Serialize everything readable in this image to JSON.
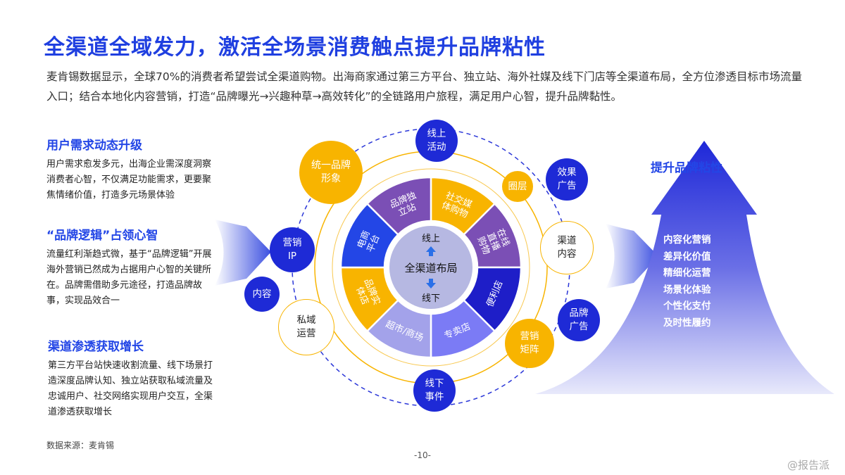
{
  "title": "全渠道全域发力，激活全场景消费触点提升品牌粘性",
  "intro": "麦肯锡数据显示，全球70%的消费者希望尝试全渠道购物。出海商家通过第三方平台、独立站、海外社媒及线下门店等全渠道布局，全方位渗透目标市场流量入口；结合本地化内容营销，打造“品牌曝光→兴趣种草→高效转化”的全链路用户旅程，满足用户心智，提升品牌黏性。",
  "sections": [
    {
      "heading": "用户需求动态升级",
      "body": "用户需求愈发多元，出海企业需深度洞察消费者心智，不仅满足功能需求，更要聚焦情绪价值，打造多元场景体验"
    },
    {
      "heading": "“品牌逻辑”占领心智",
      "body": "流量红利渐趋式微，基于“品牌逻辑”开展海外营销已然成为占据用户心智的关键所在。品牌需借助多元途径，打造品牌故事，实现品效合一"
    },
    {
      "heading": "渠道渗透获取增长",
      "body": "第三方平台站快速收割流量、线下场景打造深度品牌认知、独立站获取私域流量及忠诚用户、社交网络实现用户交互，全渠道渗透获取增长"
    }
  ],
  "wheel": {
    "center": "全渠道布局",
    "online": "线上",
    "offline": "线下",
    "segments": [
      {
        "label": "社交媒\n体购物",
        "color": "#f8b400"
      },
      {
        "label": "在线\n直播\n购物",
        "color": "#7b4fb5"
      },
      {
        "label": "便利店",
        "color": "#1e1ec8"
      },
      {
        "label": "专卖店",
        "color": "#7b7bf5"
      },
      {
        "label": "超市/商场",
        "color": "#a3a2ea"
      },
      {
        "label": "品牌实\n体店",
        "color": "#f8b400"
      },
      {
        "label": "电商\n平台",
        "color": "#2346e6"
      },
      {
        "label": "品牌独\n立站",
        "color": "#7b4fb5"
      }
    ]
  },
  "bubbles": {
    "online_event": "线上\n活动",
    "circle": "圈层",
    "channel_content": "渠道\n内容",
    "marketing_matrix": "营销\n矩阵",
    "offline_event": "线下\n事件",
    "private_domain": "私域\n运营",
    "marketing_ip": "营销\nIP",
    "brand_image": "统一品牌\n形象",
    "effect_ads": "效果\n广告",
    "content": "内容",
    "brand_ads": "品牌\n广告"
  },
  "right": {
    "title": "提升品牌粘性",
    "items": [
      "内容化营销",
      "差异化价值",
      "精细化运营",
      "场景化体验",
      "个性化支付",
      "及时性履约"
    ]
  },
  "source": "数据来源：麦肯锡",
  "page": "-10-",
  "watermark": "@报告派"
}
